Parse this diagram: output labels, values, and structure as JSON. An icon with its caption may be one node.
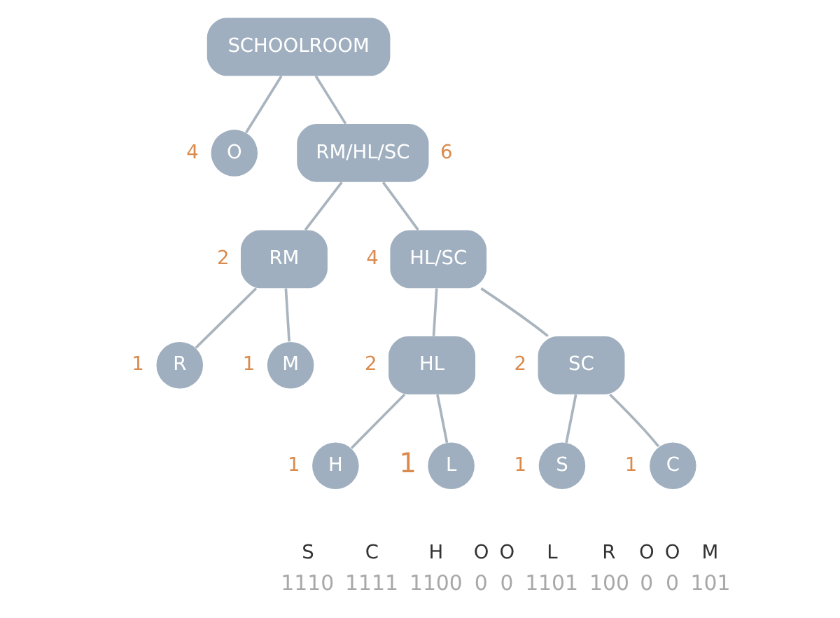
{
  "diagram": {
    "nodes": [
      {
        "text": [
          "SCHOOLROOM"
        ]
      },
      {
        "text": [
          "O"
        ],
        "beside": [
          "4"
        ]
      },
      {
        "text": [
          "RM/HL/SC"
        ],
        "beside": [
          "6"
        ]
      },
      {
        "text": [
          "RM"
        ],
        "beside": [
          "2"
        ]
      },
      {
        "text": [
          "HL/SC"
        ],
        "beside": [
          "4"
        ]
      },
      {
        "text": [
          "R"
        ],
        "beside": [
          "1"
        ]
      },
      {
        "text": [
          "M"
        ],
        "beside": [
          "1"
        ]
      },
      {
        "text": [
          "HL"
        ],
        "beside": [
          "2"
        ]
      },
      {
        "text": [
          "SC"
        ],
        "beside": [
          "2"
        ]
      },
      {
        "text": [
          "H"
        ],
        "beside": [
          "1"
        ]
      },
      {
        "text": [
          "L"
        ],
        "beside": [
          "1"
        ]
      },
      {
        "text": [
          "S"
        ],
        "beside": [
          "1"
        ]
      },
      {
        "text": [
          "C"
        ],
        "beside": [
          "1"
        ]
      }
    ],
    "edges": [
      {
        "from": 0,
        "to": 1,
        "arrow": "none"
      },
      {
        "from": 0,
        "to": 2,
        "arrow": "none"
      },
      {
        "from": 2,
        "to": 3,
        "arrow": "none"
      },
      {
        "from": 2,
        "to": 4,
        "arrow": "none"
      },
      {
        "from": 3,
        "to": 5,
        "arrow": "none"
      },
      {
        "from": 3,
        "to": 6,
        "arrow": "none"
      },
      {
        "from": 4,
        "to": 7,
        "arrow": "none"
      },
      {
        "from": 4,
        "to": 8,
        "arrow": "none"
      },
      {
        "from": 7,
        "to": 9,
        "arrow": "none"
      },
      {
        "from": 7,
        "to": 10,
        "arrow": "none"
      },
      {
        "from": 8,
        "to": 11,
        "arrow": "none"
      },
      {
        "from": 8,
        "to": 12,
        "arrow": "none"
      }
    ],
    "labels": [
      "S",
      "C",
      "H",
      "O",
      "O",
      "L",
      "R",
      "O",
      "O",
      "M",
      "1110",
      "1111",
      "1100",
      "0",
      "0",
      "1101",
      "100",
      "0",
      "0",
      "101"
    ]
  }
}
